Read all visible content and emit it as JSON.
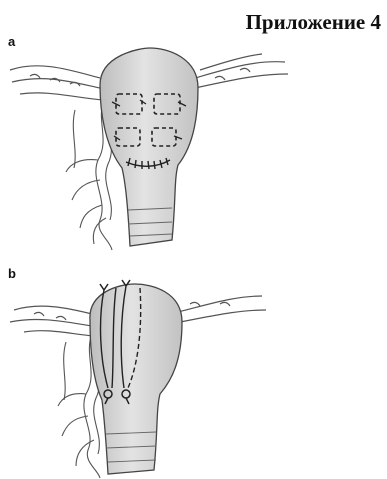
{
  "header": {
    "title": "Приложение 4"
  },
  "panels": [
    {
      "label": "a"
    },
    {
      "label": "b"
    }
  ],
  "colors": {
    "organ_fill": "#d7d7d7",
    "stroke": "#444444",
    "background": "#ffffff"
  }
}
